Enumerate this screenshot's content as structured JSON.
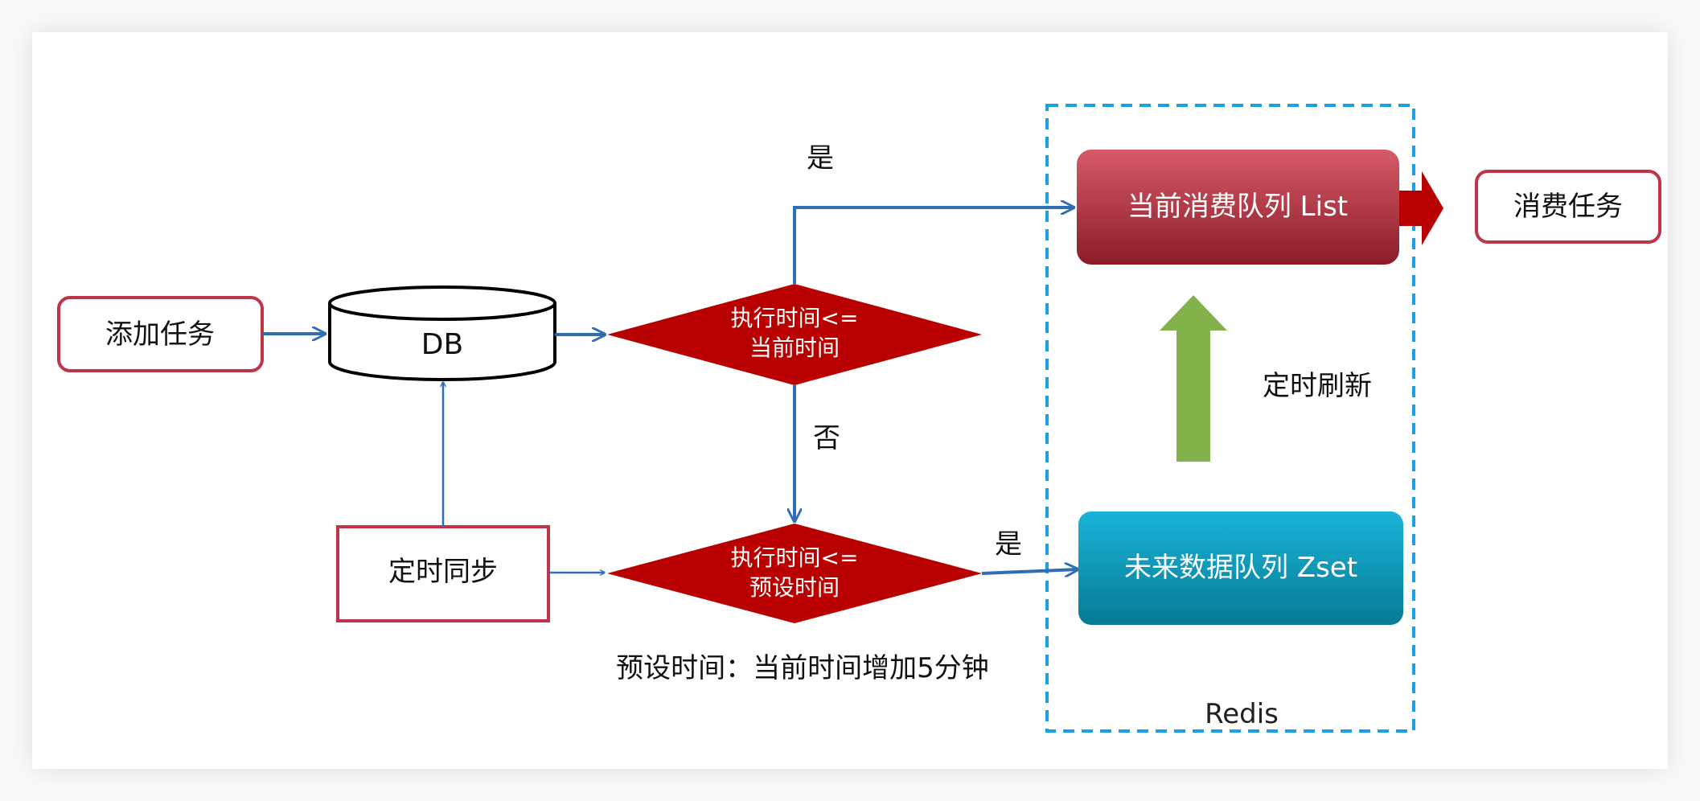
{
  "nodes": {
    "add_task": "添加任务",
    "db": "DB",
    "decision_current": [
      "执行时间<=",
      "当前时间"
    ],
    "decision_preset": [
      "执行时间<=",
      "预设时间"
    ],
    "timed_sync": "定时同步",
    "current_queue": "当前消费队列 List",
    "future_queue": "未来数据队列 Zset",
    "consume_task": "消费任务",
    "redis_label": "Redis"
  },
  "labels": {
    "yes_top": "是",
    "no": "否",
    "yes_bottom": "是",
    "timed_refresh": "定时刷新",
    "preset_note": "预设时间：当前时间增加5分钟"
  },
  "colors": {
    "decision_fill": "#b80000",
    "arrow_blue": "#2f6db5",
    "box_border_red": "#c0344a",
    "redis_border": "#1ba1e2",
    "refresh_arrow": "#84b24a",
    "list_top": "#d65b68",
    "list_bottom": "#8c1b28",
    "zset_top": "#1ab4d8",
    "zset_bottom": "#067a95",
    "export_arrow": "#b80000"
  }
}
